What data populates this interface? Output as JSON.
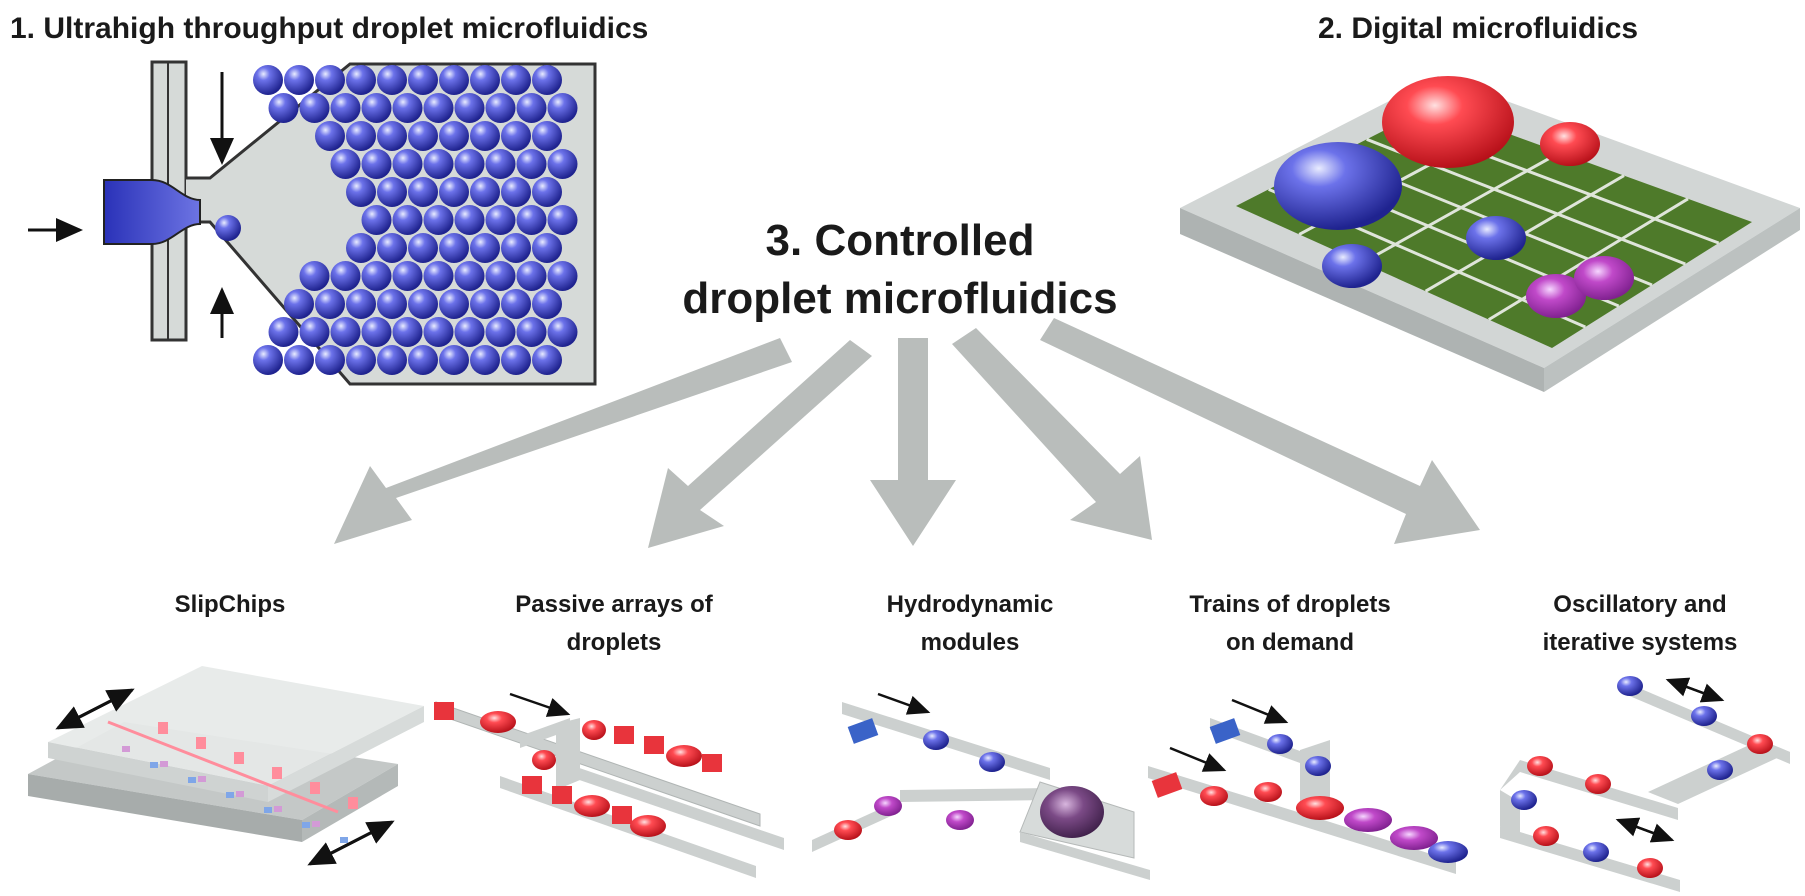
{
  "sections": {
    "ultrahigh": "1. Ultrahigh throughput droplet microfluidics",
    "digital": "2. Digital microfluidics",
    "controlled_line1": "3. Controlled",
    "controlled_line2": "droplet microfluidics"
  },
  "categories": [
    {
      "line1": "SlipChips",
      "line2": ""
    },
    {
      "line1": "Passive arrays of",
      "line2": "droplets"
    },
    {
      "line1": "Hydrodynamic",
      "line2": "modules"
    },
    {
      "line1": "Trains of droplets",
      "line2": "on demand"
    },
    {
      "line1": "Oscillatory and",
      "line2": "iterative systems"
    }
  ],
  "colors": {
    "arrow_gray": "#b9bdbb",
    "droplet_blue": "#3a3fc4",
    "droplet_red": "#e8343c",
    "droplet_purple": "#a53fb0",
    "grid_green": "#4e7a2a",
    "platform_gray": "#cfd3d2",
    "channel_fill": "#d4d8d6"
  }
}
